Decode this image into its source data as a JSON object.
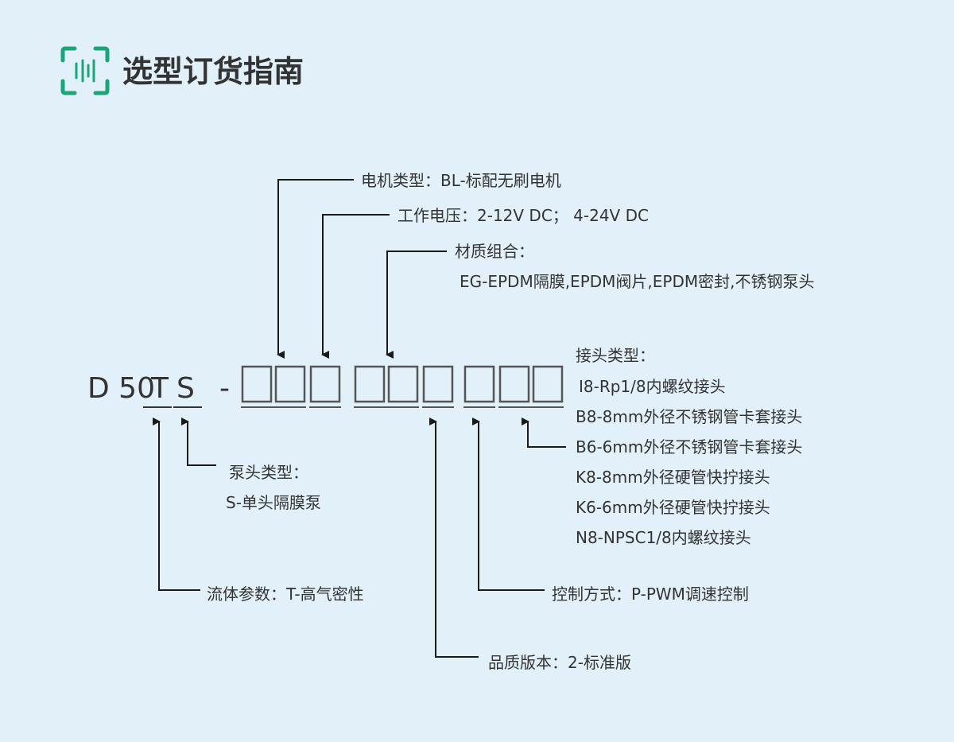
{
  "header": {
    "title": "选型订货指南",
    "icon": "barcode-scan-icon",
    "accent_color": "#1aa676"
  },
  "code": {
    "prefix": "D 50",
    "fluid_letter": "T",
    "pump_letter": "S",
    "dash": "-"
  },
  "labels": {
    "motor_type": "电机类型：BL-标配无刷电机",
    "voltage": "工作电压：2-12V DC； 4-24V DC",
    "material_title": "材质组合：",
    "material_value": "EG-EPDM隔膜,EPDM阀片,EPDM密封,不锈钢泵头",
    "joint_title": "接头类型：",
    "joint_options": [
      "I8-Rp1/8内螺纹接头",
      "B8-8mm外径不锈钢管卡套接头",
      "B6-6mm外径不锈钢管卡套接头",
      "K8-8mm外径硬管快拧接头",
      "K6-6mm外径硬管快拧接头",
      "N8-NPSC1/8内螺纹接头"
    ],
    "pump_head_title": "泵头类型：",
    "pump_head_value": "S-单头隔膜泵",
    "fluid": "流体参数：T-高气密性",
    "control": "控制方式：P-PWM调速控制",
    "version": "品质版本：2-标准版"
  },
  "colors": {
    "line": "#1a1a1a",
    "text": "#333333",
    "box": "#555555",
    "background": "#e2f0fa"
  }
}
